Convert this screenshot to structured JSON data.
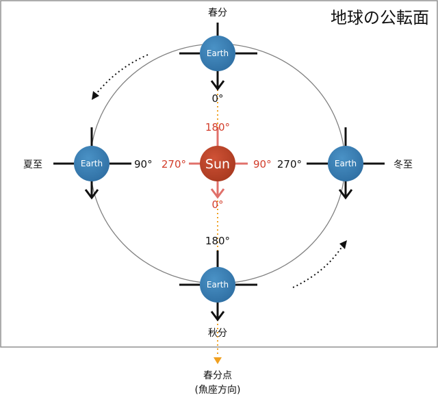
{
  "title": "地球の公転面",
  "sun": {
    "label": "Sun"
  },
  "earth_label": "Earth",
  "seasons": {
    "spring_equinox": "春分",
    "summer_solstice": "夏至",
    "winter_solstice": "冬至",
    "autumn_equinox": "秋分"
  },
  "vernal_point": {
    "line1": "春分点",
    "line2": "(魚座方向)"
  },
  "earth_degrees": {
    "top": "0°",
    "left": "90°",
    "right": "270°",
    "bottom": "180°"
  },
  "sun_degrees": {
    "top": "180°",
    "left": "270°",
    "right": "90°",
    "bottom": "0°"
  },
  "colors": {
    "earth": "#3d7fb5",
    "sun": "#c0442c",
    "sun_axis": "#e0706a",
    "red_label": "#d23c2a",
    "orbit": "#808080",
    "vernal_line": "#f0a020",
    "frame": "#909090"
  }
}
